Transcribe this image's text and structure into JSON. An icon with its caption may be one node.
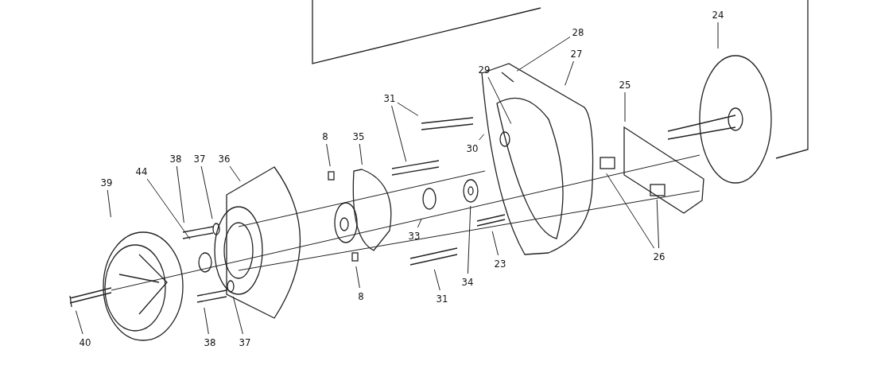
{
  "diagram": {
    "nodes": [
      {
        "text": [
          "24"
        ]
      },
      {
        "text": [
          "28"
        ]
      },
      {
        "text": [
          "27"
        ]
      },
      {
        "text": [
          "25"
        ]
      },
      {
        "text": [
          "29"
        ]
      },
      {
        "text": [
          "31"
        ]
      },
      {
        "text": [
          "30"
        ]
      },
      {
        "text": [
          "8"
        ]
      },
      {
        "text": [
          "35"
        ]
      },
      {
        "text": [
          "38"
        ]
      },
      {
        "text": [
          "37"
        ]
      },
      {
        "text": [
          "36"
        ]
      },
      {
        "text": [
          "39"
        ]
      },
      {
        "text": [
          "44"
        ]
      },
      {
        "text": [
          "33"
        ]
      },
      {
        "text": [
          "23"
        ]
      },
      {
        "text": [
          "34"
        ]
      },
      {
        "text": [
          "31"
        ]
      },
      {
        "text": [
          "26"
        ]
      },
      {
        "text": [
          "8"
        ]
      },
      {
        "text": [
          "38"
        ]
      },
      {
        "text": [
          "37"
        ]
      },
      {
        "text": [
          "40"
        ]
      }
    ],
    "edges": [
      {
        "from": 0,
        "to": null,
        "arrow": "none"
      },
      {
        "from": 1,
        "to": null,
        "arrow": "none"
      },
      {
        "from": 2,
        "to": null,
        "arrow": "none"
      },
      {
        "from": 3,
        "to": null,
        "arrow": "none"
      },
      {
        "from": 4,
        "to": null,
        "arrow": "none"
      },
      {
        "from": 5,
        "to": null,
        "arrow": "none"
      },
      {
        "from": 5,
        "to": null,
        "arrow": "none"
      },
      {
        "from": 6,
        "to": null,
        "arrow": "none"
      },
      {
        "from": 7,
        "to": null,
        "arrow": "none"
      },
      {
        "from": 8,
        "to": null,
        "arrow": "none"
      },
      {
        "from": 9,
        "to": null,
        "arrow": "none"
      },
      {
        "from": 10,
        "to": null,
        "arrow": "none"
      },
      {
        "from": 11,
        "to": null,
        "arrow": "none"
      },
      {
        "from": 12,
        "to": null,
        "arrow": "none"
      },
      {
        "from": 13,
        "to": null,
        "arrow": "none"
      },
      {
        "from": 14,
        "to": null,
        "arrow": "none"
      },
      {
        "from": 15,
        "to": null,
        "arrow": "none"
      },
      {
        "from": 16,
        "to": null,
        "arrow": "none"
      },
      {
        "from": 17,
        "to": null,
        "arrow": "none"
      },
      {
        "from": 18,
        "to": null,
        "arrow": "none"
      },
      {
        "from": 18,
        "to": null,
        "arrow": "none"
      },
      {
        "from": 19,
        "to": null,
        "arrow": "none"
      },
      {
        "from": 20,
        "to": null,
        "arrow": "none"
      },
      {
        "from": 21,
        "to": null,
        "arrow": "none"
      },
      {
        "from": 22,
        "to": null,
        "arrow": "none"
      }
    ]
  }
}
